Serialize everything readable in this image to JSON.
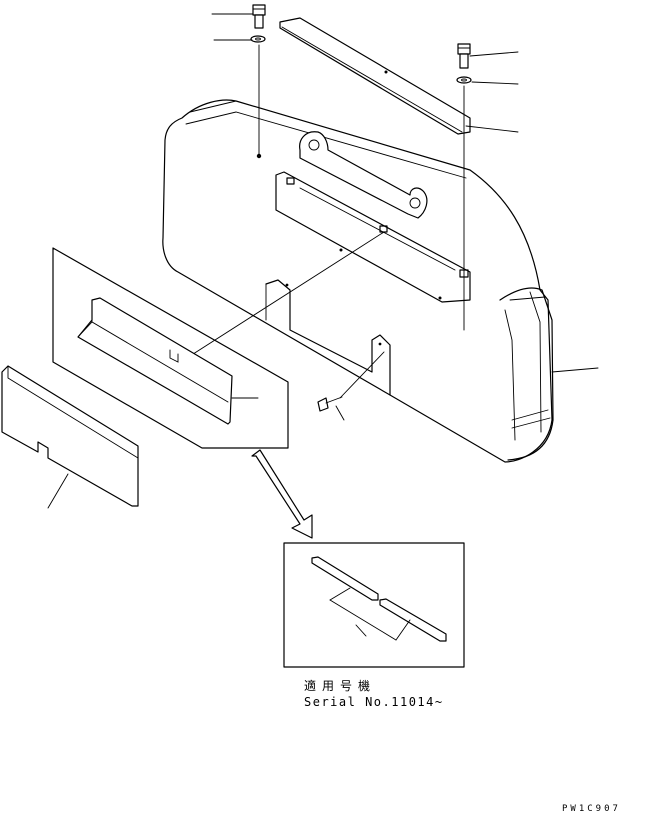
{
  "applicability": {
    "japanese": "適用号機",
    "serial": "Serial No.11014~"
  },
  "drawing_code": "PW1C907"
}
